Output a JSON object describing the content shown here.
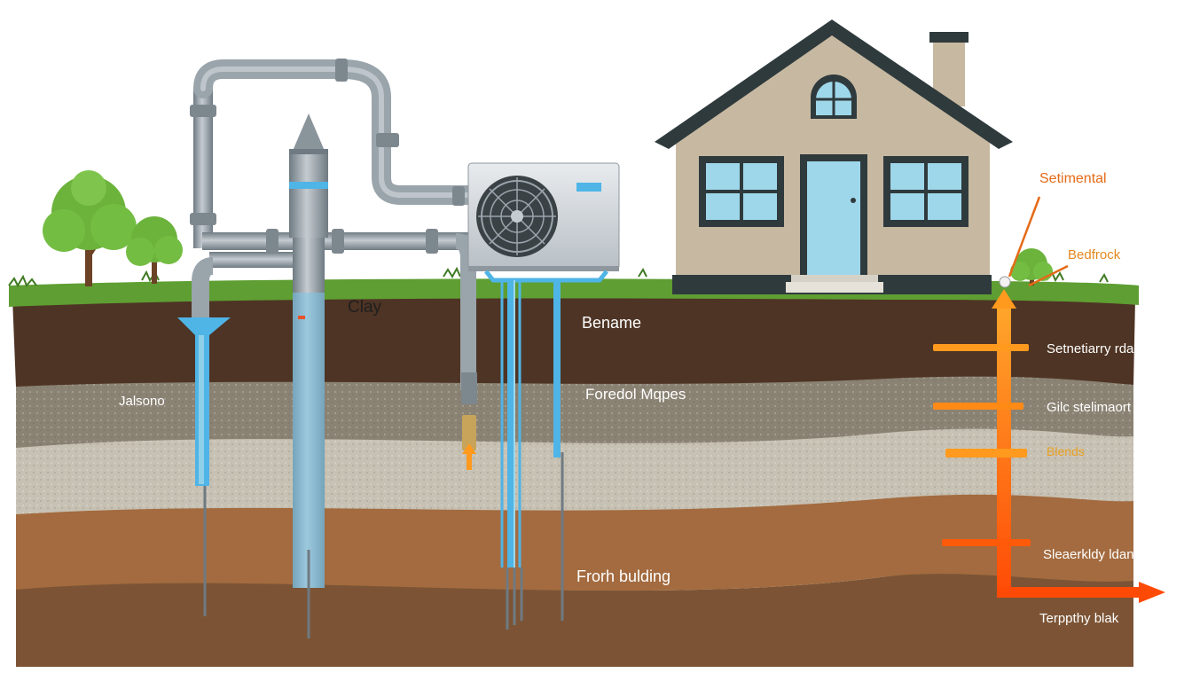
{
  "labels": {
    "clay": "Clay",
    "bename": "Bename",
    "jalsono": "Jalsono",
    "foredol_mapes": "Foredol Mqpes",
    "frorh_bulding": "Frorh bulding",
    "setimental": "Setimental",
    "bedfrock": "Bedfrock",
    "setnetiary_rdard": "Setnetiarry rdard",
    "gilc_stelimaort": "Gilc stelimaort",
    "blende": "Blends",
    "sleaerkly_idand": "Sleaerkldy ldand",
    "terpphy_blak": "Terppthy blak"
  },
  "colors": {
    "sky": "#ffffff",
    "grass": "#5e9e32",
    "topsoil": "#4e3424",
    "sandy_gray": "#8a8273",
    "gravel": "#c7c1b4",
    "clay_brown": "#a36b3f",
    "deep_brown": "#7c5435",
    "pipe_gray": "#9aa4ab",
    "water_blue": "#4fb4e6",
    "house_wall": "#c7b9a1",
    "roof": "#2f3a3d",
    "window_blue": "#9fd7ea",
    "heat_orange": "#ff7a12",
    "annotation_orange": "#e56a17",
    "label_dark": "#1f1f1f"
  },
  "icons": [
    "tree-icon",
    "fan-icon",
    "house-icon",
    "arrow-right-icon",
    "pipe-icon"
  ]
}
